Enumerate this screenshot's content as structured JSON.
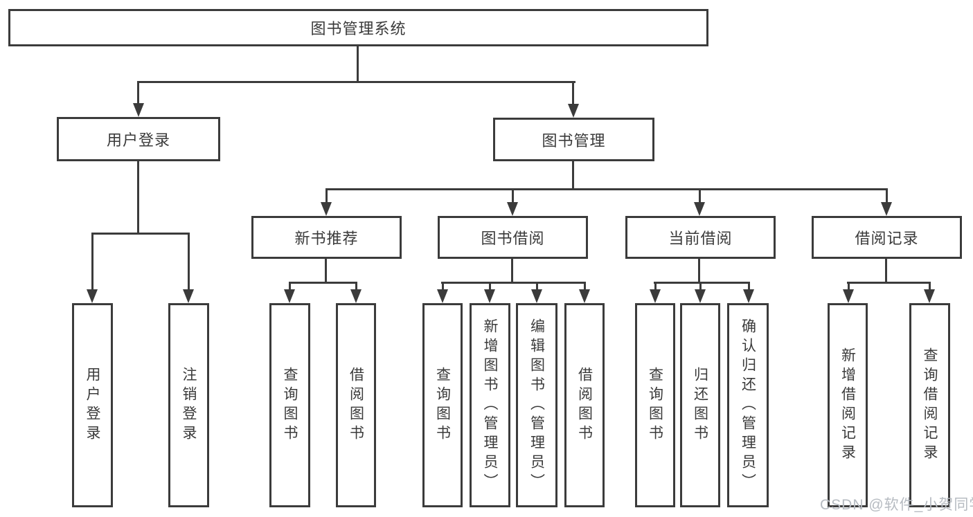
{
  "tree": {
    "root": {
      "label": "图书管理系统"
    },
    "branches": [
      {
        "label": "用户登录",
        "children": [
          {
            "label": "用户登录"
          },
          {
            "label": "注销登录"
          }
        ]
      },
      {
        "label": "图书管理",
        "children": [
          {
            "label": "新书推荐",
            "children": [
              {
                "label": "查询图书"
              },
              {
                "label": "借阅图书"
              }
            ]
          },
          {
            "label": "图书借阅",
            "children": [
              {
                "label": "查询图书"
              },
              {
                "label": "新增图书（管理员）"
              },
              {
                "label": "编辑图书（管理员）"
              },
              {
                "label": "借阅图书"
              }
            ]
          },
          {
            "label": "当前借阅",
            "children": [
              {
                "label": "查询图书"
              },
              {
                "label": "归还图书"
              },
              {
                "label": "确认归还（管理员）"
              }
            ]
          },
          {
            "label": "借阅记录",
            "children": [
              {
                "label": "新增借阅记录"
              },
              {
                "label": "查询借阅记录"
              }
            ]
          }
        ]
      }
    ]
  },
  "watermark": {
    "text": "CSDN @软件_小贺同学"
  },
  "colors": {
    "line": "#3b3b3b",
    "text": "#3a3a3a",
    "watermark": "#b6bbc1",
    "background": "#ffffff"
  }
}
